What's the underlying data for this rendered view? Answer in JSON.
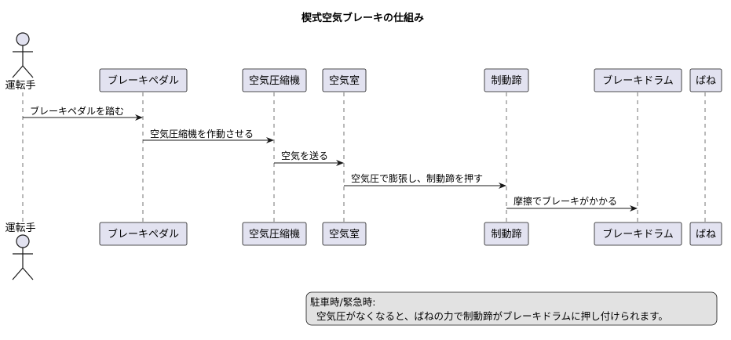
{
  "title": "楔式空気ブレーキの仕組み",
  "actor": {
    "label": "運転手"
  },
  "participants": [
    {
      "id": "pedal",
      "label": "ブレーキペダル"
    },
    {
      "id": "compressor",
      "label": "空気圧縮機"
    },
    {
      "id": "chamber",
      "label": "空気室"
    },
    {
      "id": "shoe",
      "label": "制動蹄"
    },
    {
      "id": "drum",
      "label": "ブレーキドラム"
    },
    {
      "id": "spring",
      "label": "ばね"
    }
  ],
  "messages": [
    {
      "from": "driver",
      "to": "pedal",
      "label": "ブレーキペダルを踏む"
    },
    {
      "from": "pedal",
      "to": "compressor",
      "label": "空気圧縮機を作動させる"
    },
    {
      "from": "compressor",
      "to": "chamber",
      "label": "空気を送る"
    },
    {
      "from": "chamber",
      "to": "shoe",
      "label": "空気圧で膨張し、制動蹄を押す"
    },
    {
      "from": "shoe",
      "to": "drum",
      "label": "摩擦でブレーキがかかる"
    }
  ],
  "note": {
    "line1": "駐車時/緊急時:",
    "line2": "空気圧がなくなると、ばねの力で制動蹄がブレーキドラムに押し付けられます。"
  },
  "colors": {
    "participant_fill": "#E2E2F0",
    "participant_border": "#181818",
    "note_fill": "#E2E2E2",
    "line": "#181818"
  }
}
